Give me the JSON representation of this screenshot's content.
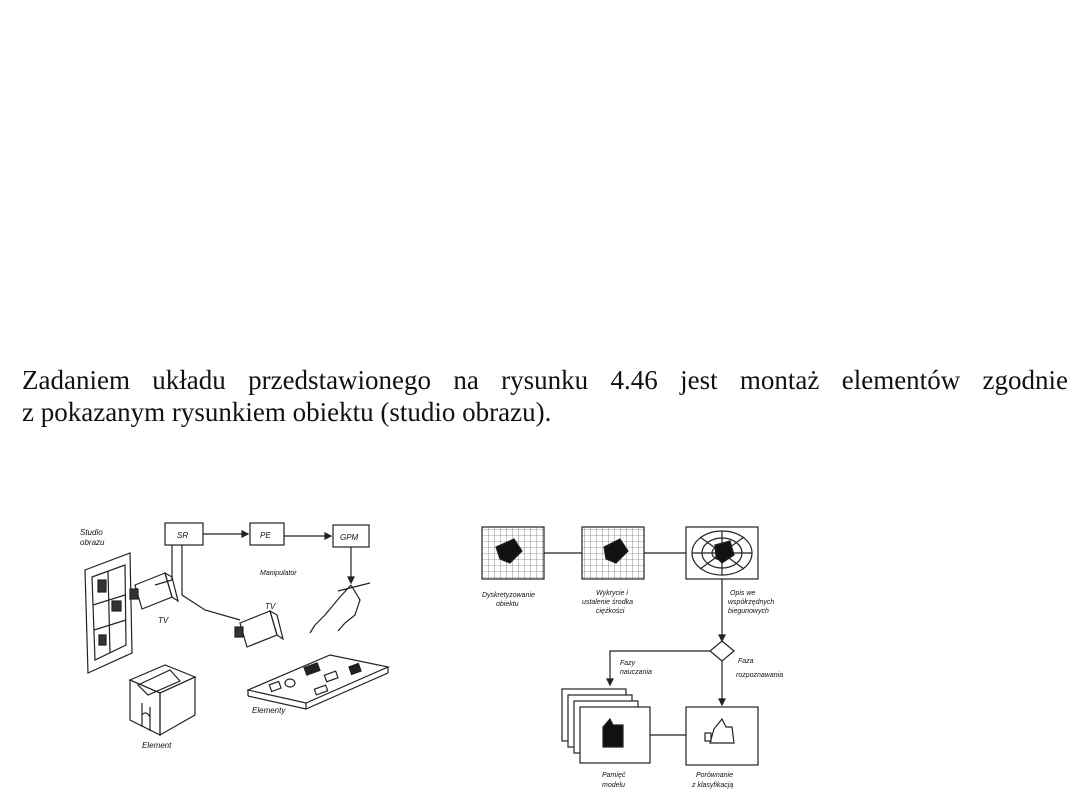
{
  "paragraph": {
    "line1": "Zadaniem układu przedstawionego na rysunku 4.46 jest montaż elementów zgodnie",
    "line2": "z pokazanym rysunkiem obiektu (studio obrazu)."
  },
  "figure_left": {
    "studio_label": [
      "Studio",
      "obrazu"
    ],
    "box_sr": "SR",
    "box_pe": "PE",
    "box_gpm": "GPM",
    "manipulator": "Manipulator",
    "tv1": "TV",
    "tv2": "TV",
    "elementy": "Elementy",
    "element": "Element"
  },
  "figure_right": {
    "step1": [
      "Dyskretyzowanie",
      "obiektu"
    ],
    "step2": [
      "Wykrycie i",
      "ustalenie środka",
      "ciężkości"
    ],
    "step3": [
      "Opis we",
      "współrzędnych",
      "biegunowych"
    ],
    "faza_uczenia": [
      "Fazy",
      "nauczania"
    ],
    "faza_rozpoznawania": [
      "Faza",
      "rozpoznawania"
    ],
    "pamiec": [
      "Pamięć",
      "modelu"
    ],
    "porownanie": [
      "Porównanie",
      "z klasyfikacją"
    ]
  },
  "colors": {
    "text": "#111111",
    "background": "#ffffff",
    "line": "#222222"
  }
}
